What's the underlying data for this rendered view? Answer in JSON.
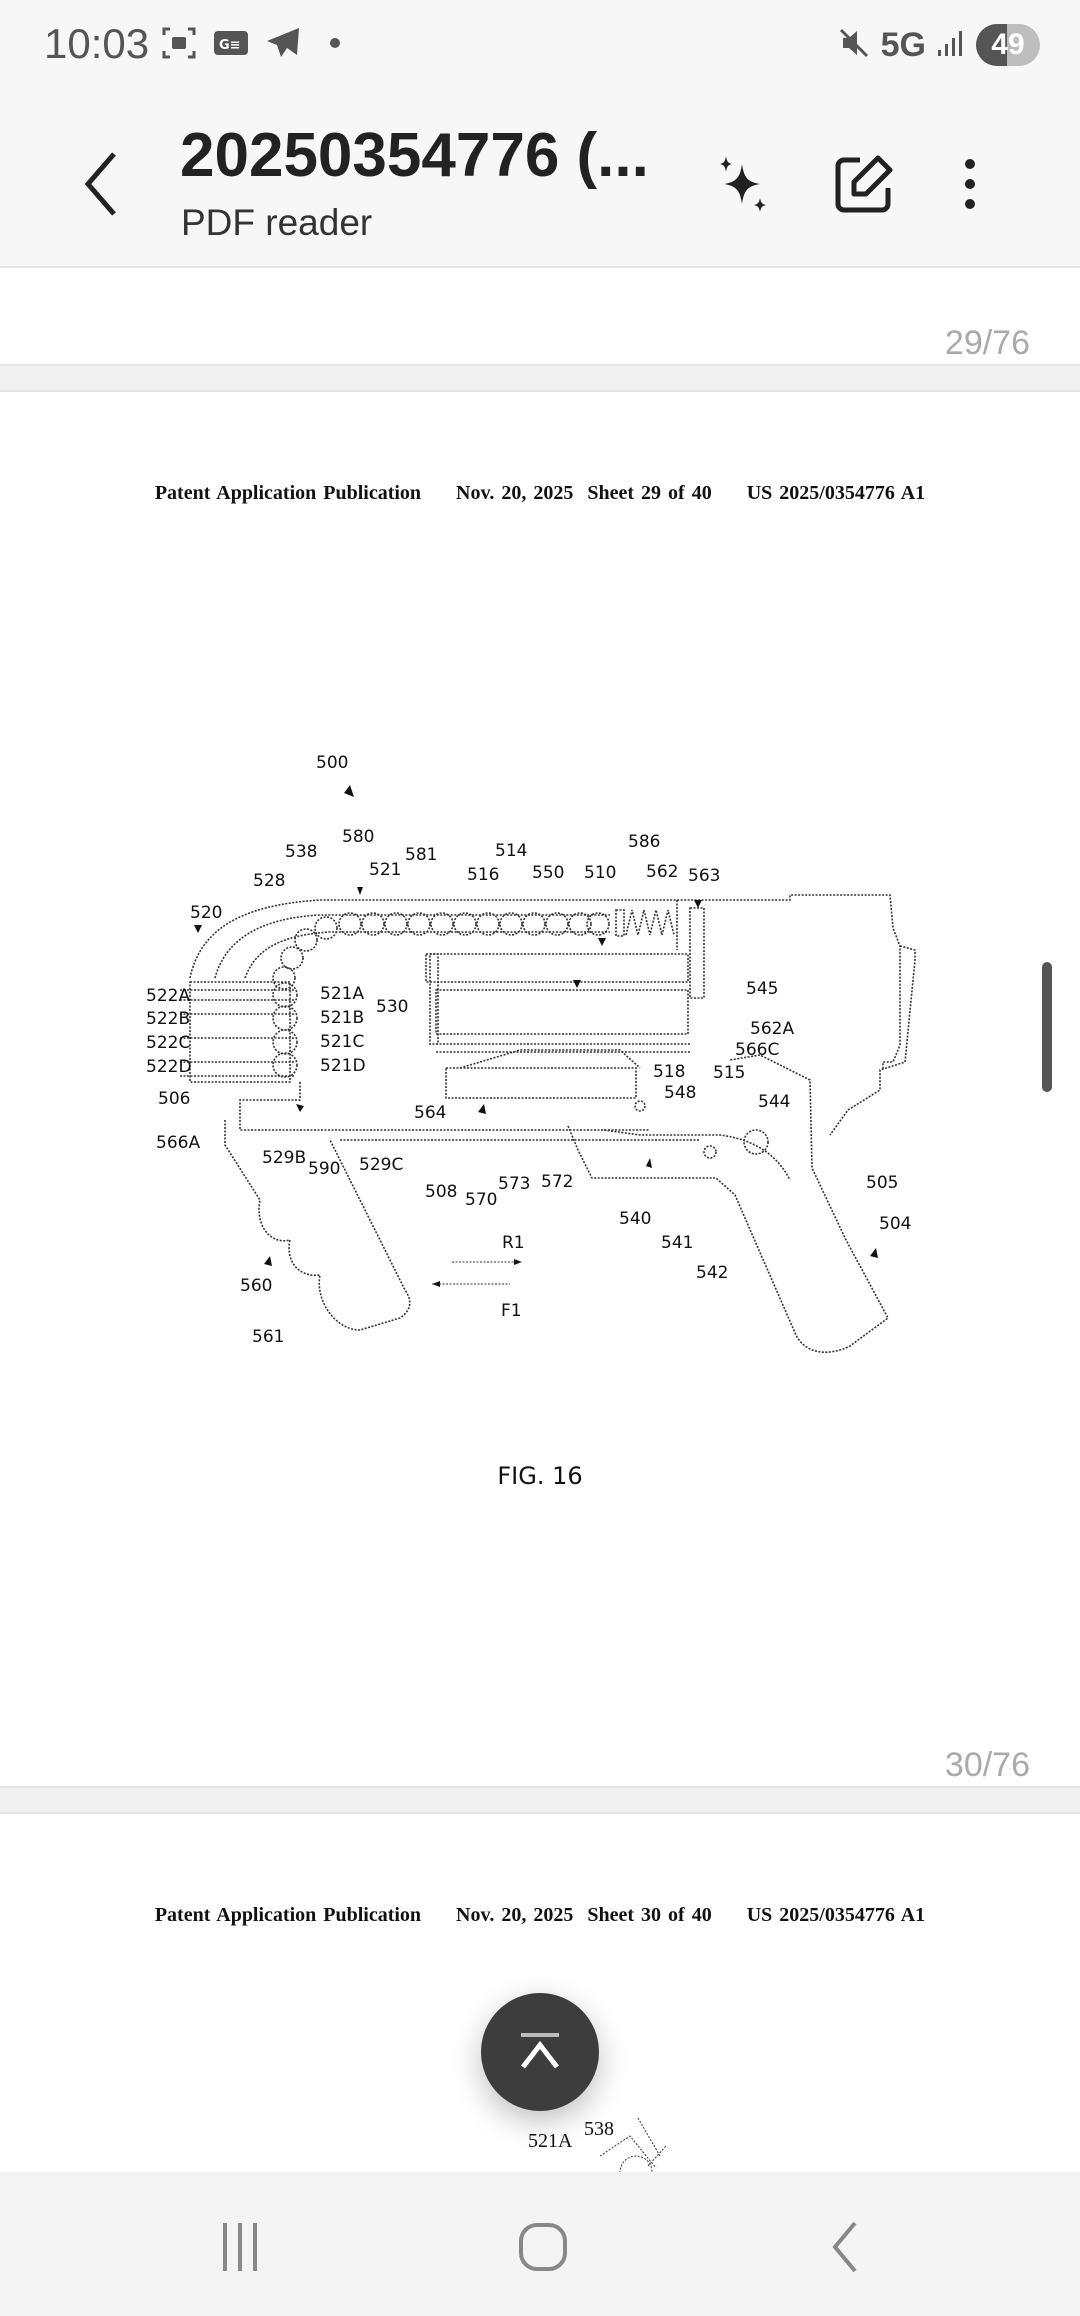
{
  "status_bar": {
    "time": "10:03",
    "left_icons": [
      "screenshot-icon",
      "gboard-icon",
      "telegram-icon",
      "notification-dot-icon"
    ],
    "network": "5G",
    "battery_level": 49,
    "battery_text": "49",
    "icons_right": [
      "mute-icon",
      "signal-icon",
      "battery-icon"
    ]
  },
  "app_bar": {
    "title": "20250354776 (...",
    "subtitle": "PDF reader",
    "actions": [
      "back",
      "ai-assist",
      "edit",
      "more-options"
    ]
  },
  "pages": [
    {
      "page_indicator": "29/76"
    },
    {
      "page_indicator": "30/76"
    }
  ],
  "document": {
    "page29": {
      "header": "Patent Application Publication     Nov. 20, 2025  Sheet 29 of 40     US 2025/0354776 A1",
      "figure_caption": "FIG. 16",
      "figure_labels": {
        "l500": "500",
        "l538": "538",
        "l580": "580",
        "l581": "581",
        "l521": "521",
        "l528": "528",
        "l514": "514",
        "l516": "516",
        "l550": "550",
        "l510": "510",
        "l586": "586",
        "l562": "562",
        "l563": "563",
        "l520": "520",
        "l522A": "522A",
        "l522B": "522B",
        "l522C": "522C",
        "l522D": "522D",
        "l521A": "521A",
        "l521B": "521B",
        "l521C": "521C",
        "l521D": "521D",
        "l530": "530",
        "l545": "545",
        "l562A": "562A",
        "l566C": "566C",
        "l518": "518",
        "l515": "515",
        "l506": "506",
        "l548": "548",
        "l544": "544",
        "l566A": "566A",
        "l564": "564",
        "l529B": "529B",
        "l590": "590",
        "l529C": "529C",
        "l508": "508",
        "l570": "570",
        "l573": "573",
        "l572": "572",
        "l540": "540",
        "l541": "541",
        "l542": "542",
        "l505": "505",
        "l504": "504",
        "l560": "560",
        "l561": "561",
        "lR1": "R1",
        "lF1": "F1"
      }
    },
    "page30": {
      "header": "Patent Application Publication     Nov. 20, 2025  Sheet 30 of 40     US 2025/0354776 A1",
      "partial_labels": [
        "521A",
        "538"
      ]
    }
  },
  "scroll_to_top_button": "scroll-to-top",
  "nav_bar": [
    "recent-apps",
    "home",
    "back"
  ]
}
